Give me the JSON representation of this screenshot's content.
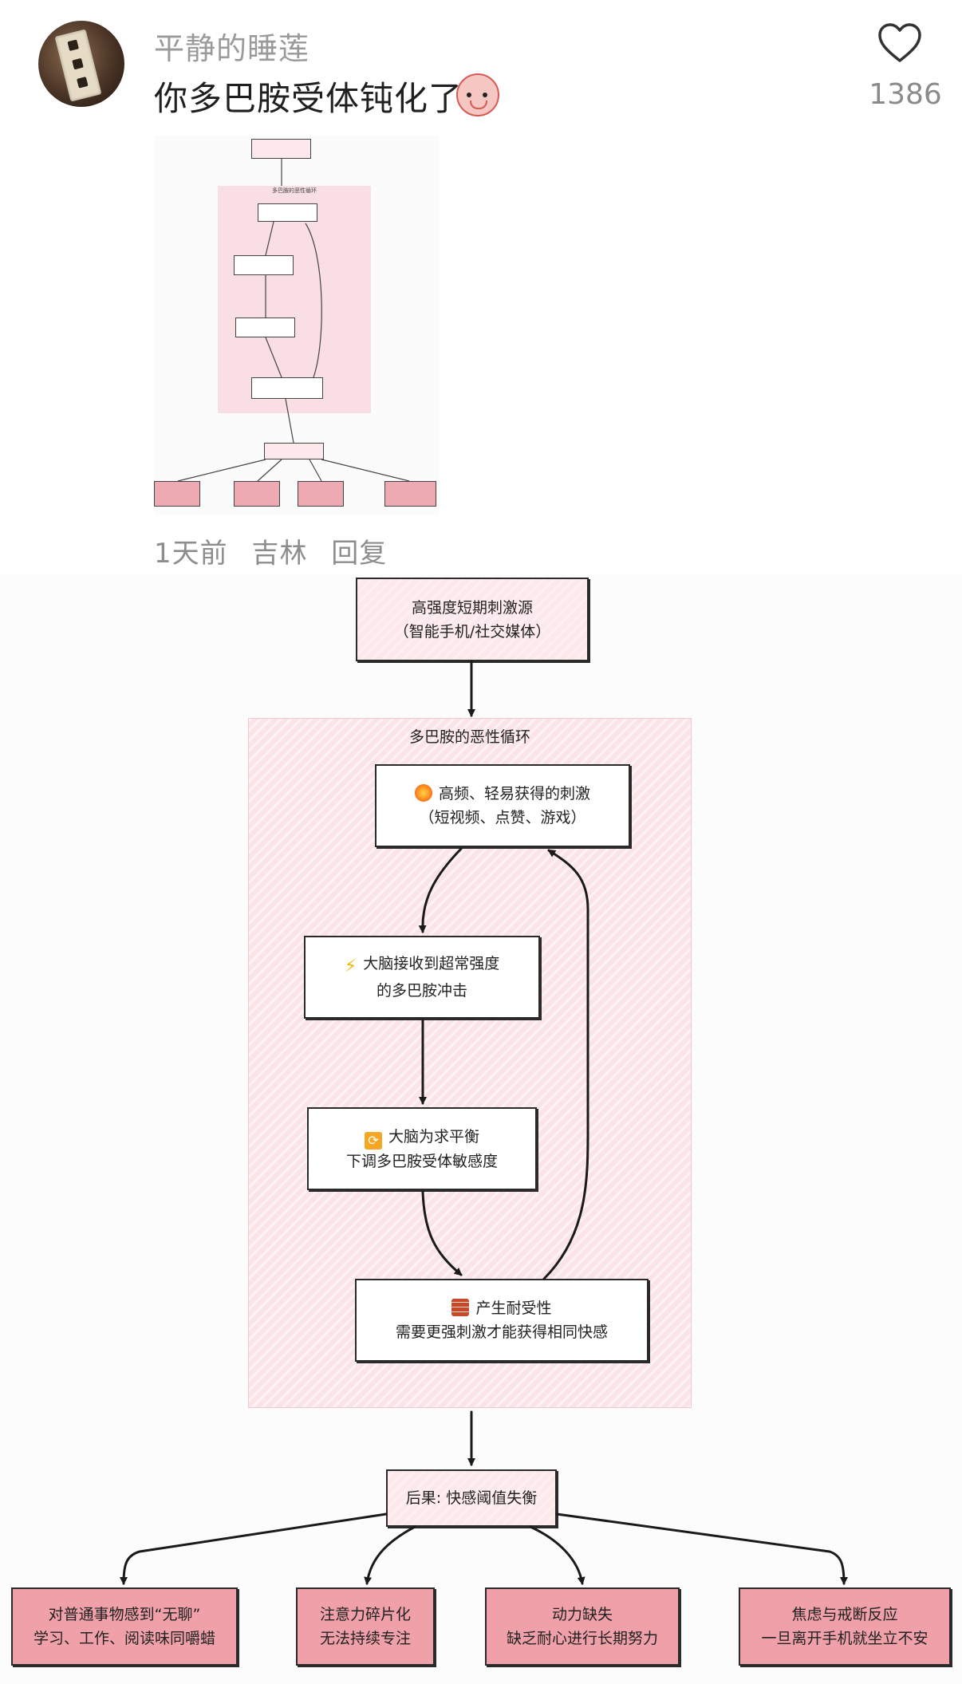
{
  "comment": {
    "username": "平静的睡莲",
    "text": "你多巴胺受体钝化了",
    "like_count": "1386",
    "time": "1天前",
    "location": "吉林",
    "reply_label": "回复",
    "icons": {
      "like": "heart-outline-icon",
      "emoji": "shy-face-emoji-icon"
    }
  },
  "diagram": {
    "source_line1": "高强度短期刺激源",
    "source_line2": "（智能手机/社交媒体）",
    "loop_title": "多巴胺的恶性循环",
    "stim_line1": "高频、轻易获得的刺激",
    "stim_line2": "（短视频、点赞、游戏）",
    "brain_line1": "大脑接收到超常强度",
    "brain_line2": "的多巴胺冲击",
    "balance_line1": "大脑为求平衡",
    "balance_line2": "下调多巴胺受体敏感度",
    "tolerance_line1": "产生耐受性",
    "tolerance_line2": "需要更强刺激才能获得相同快感",
    "result": "后果: 快感阈值失衡",
    "outcomes": [
      {
        "line1": "对普通事物感到“无聊”",
        "line2": "学习、工作、阅读味同嚼蜡"
      },
      {
        "line1": "注意力碎片化",
        "line2": "无法持续专注"
      },
      {
        "line1": "动力缺失",
        "line2": "缺乏耐心进行长期努力"
      },
      {
        "line1": "焦虑与戒断反应",
        "line2": "一旦离开手机就坐立不安"
      }
    ],
    "icons": {
      "stimulus": "collision-icon",
      "brain": "lightning-icon",
      "balance": "repeat-icon",
      "tolerance": "brick-icon"
    }
  },
  "colors": {
    "box_fill": "#fde9ec",
    "outcome_fill": "#efa0a9",
    "loop_fill": "#fbe4e8",
    "muted_text": "#8d8d8d"
  }
}
